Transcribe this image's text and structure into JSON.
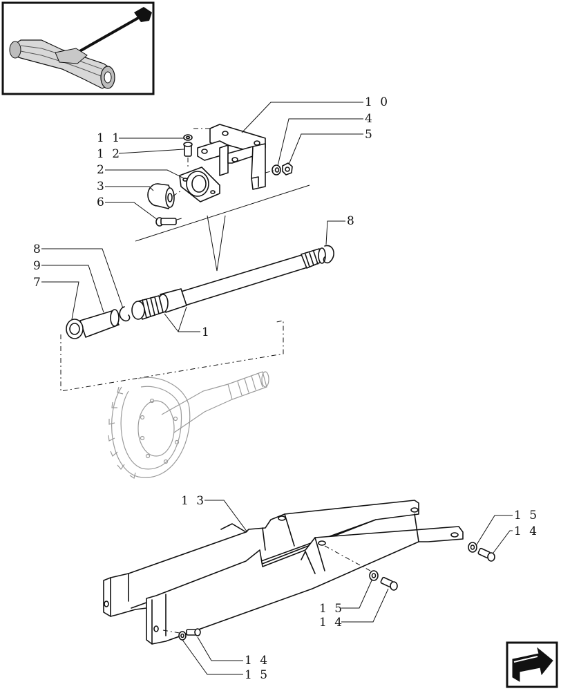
{
  "callouts": {
    "c10": "1 0",
    "c4": "4",
    "c5": "5",
    "c11": "1 1",
    "c12": "1 2",
    "c2": "2",
    "c3": "3",
    "c6": "6",
    "c8_right": "8",
    "c8_left": "8",
    "c9": "9",
    "c7": "7",
    "c1": "1",
    "c13": "1 3",
    "c15_right": "1 5",
    "c14_right": "1 4",
    "c15_mid": "1 5",
    "c14_mid": "1 4",
    "c14_bottom": "1 4",
    "c15_bottom": "1 5"
  },
  "icons": {
    "thumbnail": "axle-assembly-thumbnail",
    "nav": "next-page-arrow-icon"
  }
}
